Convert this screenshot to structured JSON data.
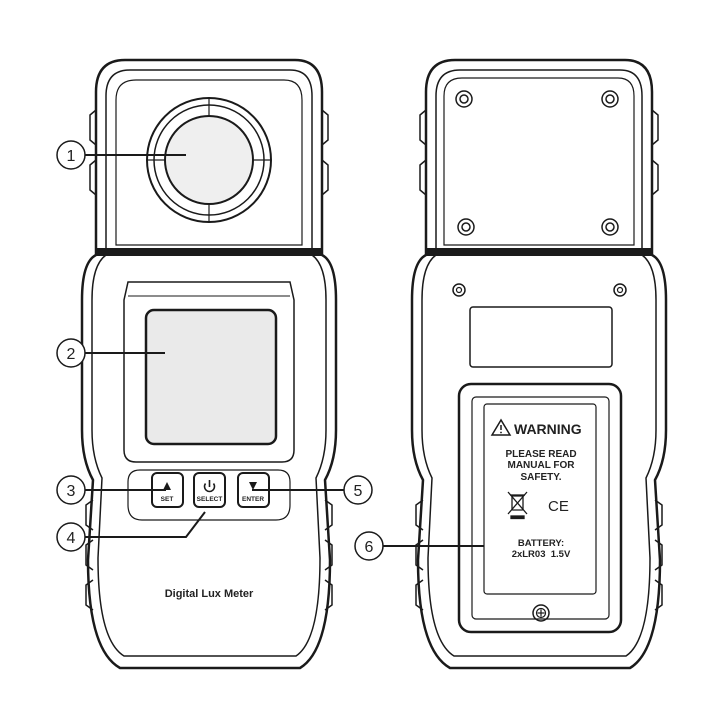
{
  "colors": {
    "outline": "#1a1a1a",
    "body_fill": "#ffffff",
    "sensor_fill": "#efefef",
    "screen_fill": "#eaeaea",
    "text": "#222222"
  },
  "front": {
    "device_name": "Digital Lux Meter",
    "buttons": {
      "set": {
        "label": "SET",
        "icon": "up-triangle-icon"
      },
      "select": {
        "label": "SELECT",
        "icon": "power-icon"
      },
      "enter": {
        "label": "ENTER",
        "icon": "down-triangle-icon"
      }
    }
  },
  "back": {
    "warning_title": "WARNING",
    "warning_icon": "warning-triangle-icon",
    "warning_text": [
      "PLEASE READ",
      "MANUAL FOR",
      "SAFETY."
    ],
    "marks": {
      "ce": "CE",
      "weee_icon": "crossed-out-bin-icon"
    },
    "battery_title": "BATTERY:",
    "battery_spec": "2xLR03  1.5V"
  },
  "callouts": [
    {
      "number": "1",
      "target": "light-sensor-dome"
    },
    {
      "number": "2",
      "target": "lcd-display"
    },
    {
      "number": "3",
      "target": "set-button"
    },
    {
      "number": "4",
      "target": "select-power-button"
    },
    {
      "number": "5",
      "target": "enter-button"
    },
    {
      "number": "6",
      "target": "battery-compartment"
    }
  ]
}
